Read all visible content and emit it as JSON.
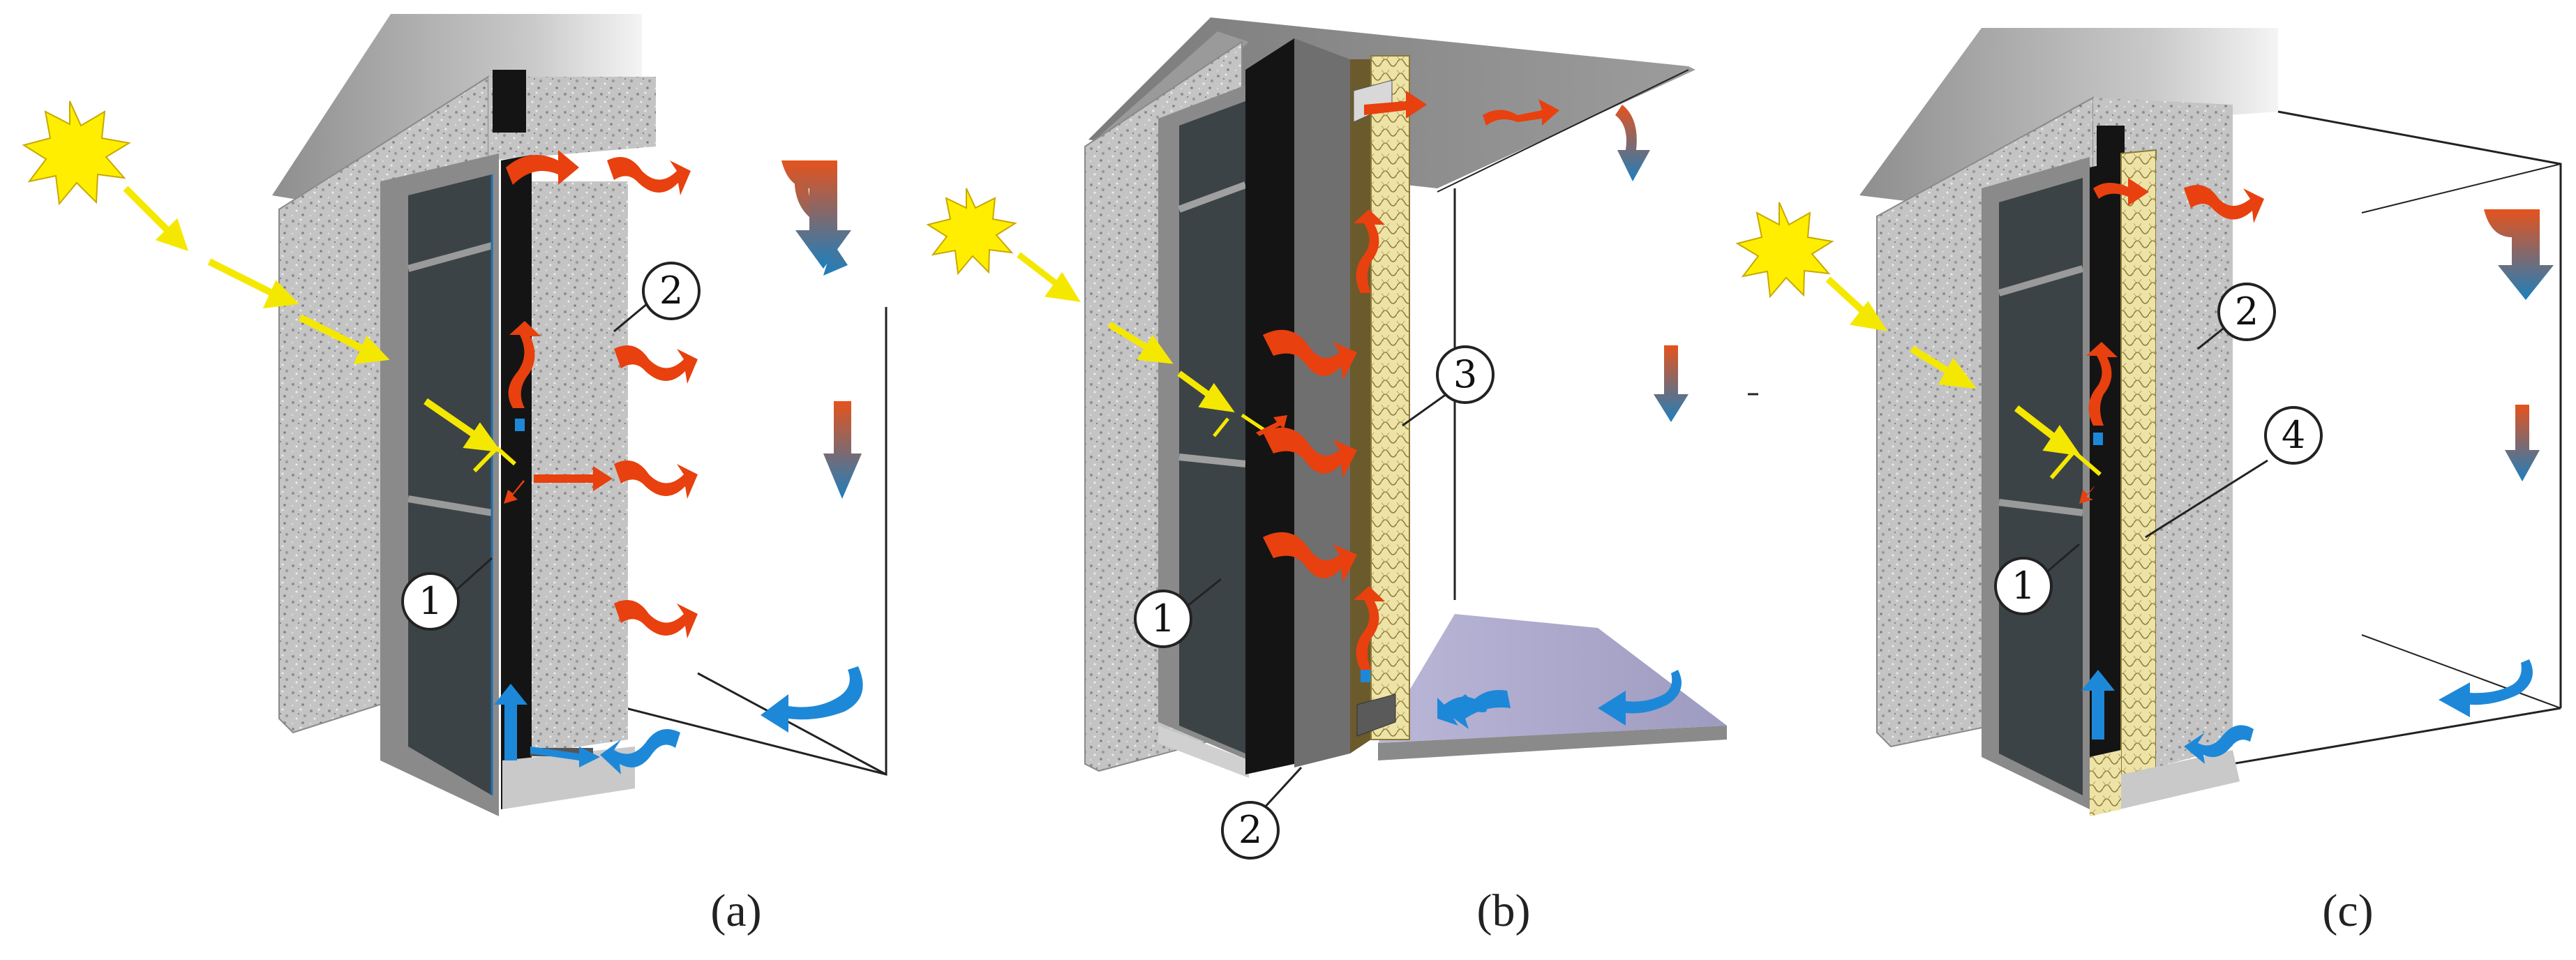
{
  "panels": [
    {
      "caption": "(a)",
      "callouts": [
        "1",
        "2"
      ]
    },
    {
      "caption": "(b)",
      "callouts": [
        "1",
        "2",
        "3"
      ]
    },
    {
      "caption": "(c)",
      "callouts": [
        "1",
        "2",
        "4"
      ]
    }
  ],
  "colors": {
    "granite": "#bfbfbf",
    "glass": "#3c4347",
    "black_layer": "#141414",
    "insulation": "#efe2a4",
    "warm_arrow": "#e8400e",
    "cool_arrow": "#1e88d8",
    "sun": "#ffee00",
    "floor": "#a9a6c8"
  },
  "icons": [
    "sun-icon",
    "solar-ray-arrow",
    "warm-air-arrow",
    "cool-air-arrow",
    "gradient-down-arrow"
  ]
}
